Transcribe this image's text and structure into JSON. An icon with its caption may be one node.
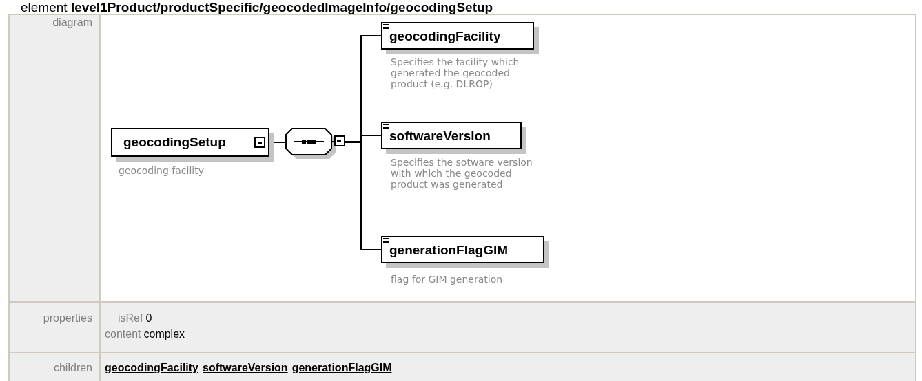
{
  "diagram": {
    "title": "element **level1Product/productSpecific/geocodedImageInfo/geocodingSetup**",
    "nodes": [
      {
        "text": [
          "geocodingSetup"
        ],
        "beside": [
          "geocoding facility"
        ]
      },
      {
        "text": [],
        "shape": "octagon"
      },
      {
        "text": [
          "geocodingFacility"
        ],
        "beside": [
          "Specifies the facility which generated the geocoded product (e.g. DLROP)"
        ]
      },
      {
        "text": [
          "softwareVersion"
        ],
        "beside": [
          "Specifies the sotware version with which the geocoded product was generated"
        ]
      },
      {
        "text": [
          "generationFlagGIM"
        ],
        "beside": [
          "flag for GIM generation"
        ]
      }
    ],
    "edges": [
      {
        "from": 0,
        "to": 1,
        "arrow": "none"
      },
      {
        "from": 1,
        "to": 2,
        "arrow": "none"
      },
      {
        "from": 1,
        "to": 3,
        "arrow": "none"
      },
      {
        "from": 1,
        "to": 4,
        "arrow": "none"
      }
    ],
    "labels": [
      "diagram",
      "properties",
      "isRef",
      "0",
      "content",
      "complex",
      "children",
      "geocodingFacility",
      "softwareVersion",
      "generationFlagGIM"
    ]
  }
}
